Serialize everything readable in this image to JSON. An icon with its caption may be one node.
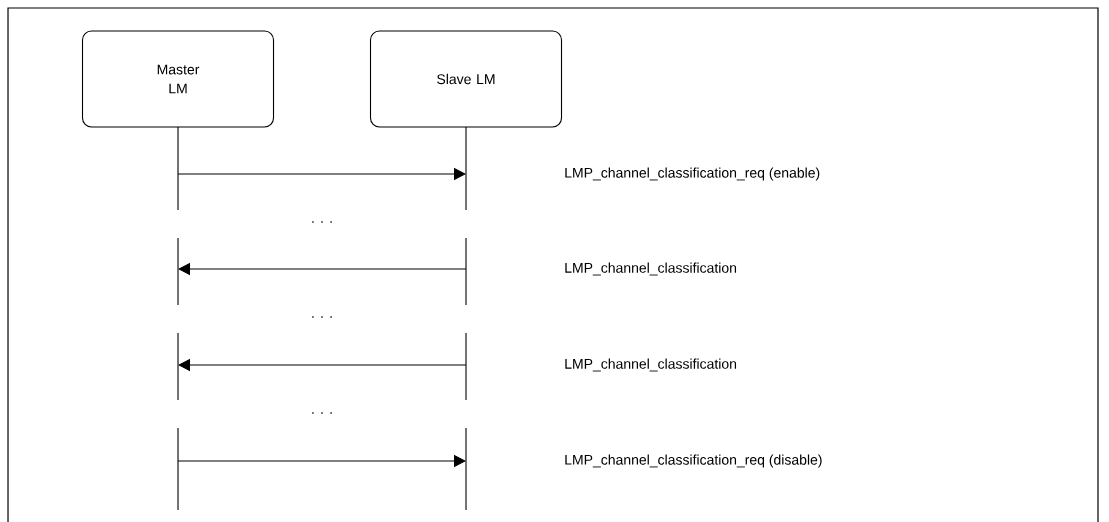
{
  "diagram": {
    "nodes": [
      {
        "text": [
          "Master LM"
        ]
      },
      {
        "text": [
          "Slave LM"
        ]
      }
    ],
    "edges": [
      {
        "from": 0,
        "to": 1,
        "arrow": "to"
      },
      {
        "from": 1,
        "to": 0,
        "arrow": "to"
      },
      {
        "from": 1,
        "to": 0,
        "arrow": "to"
      },
      {
        "from": 0,
        "to": 1,
        "arrow": "to"
      }
    ],
    "labels": [
      "LMP_channel_classification_req (enable)",
      ". . .",
      "LMP_channel_classification",
      ". . .",
      "LMP_channel_classification",
      ". . .",
      "LMP_channel_classification_req (disable)"
    ]
  }
}
